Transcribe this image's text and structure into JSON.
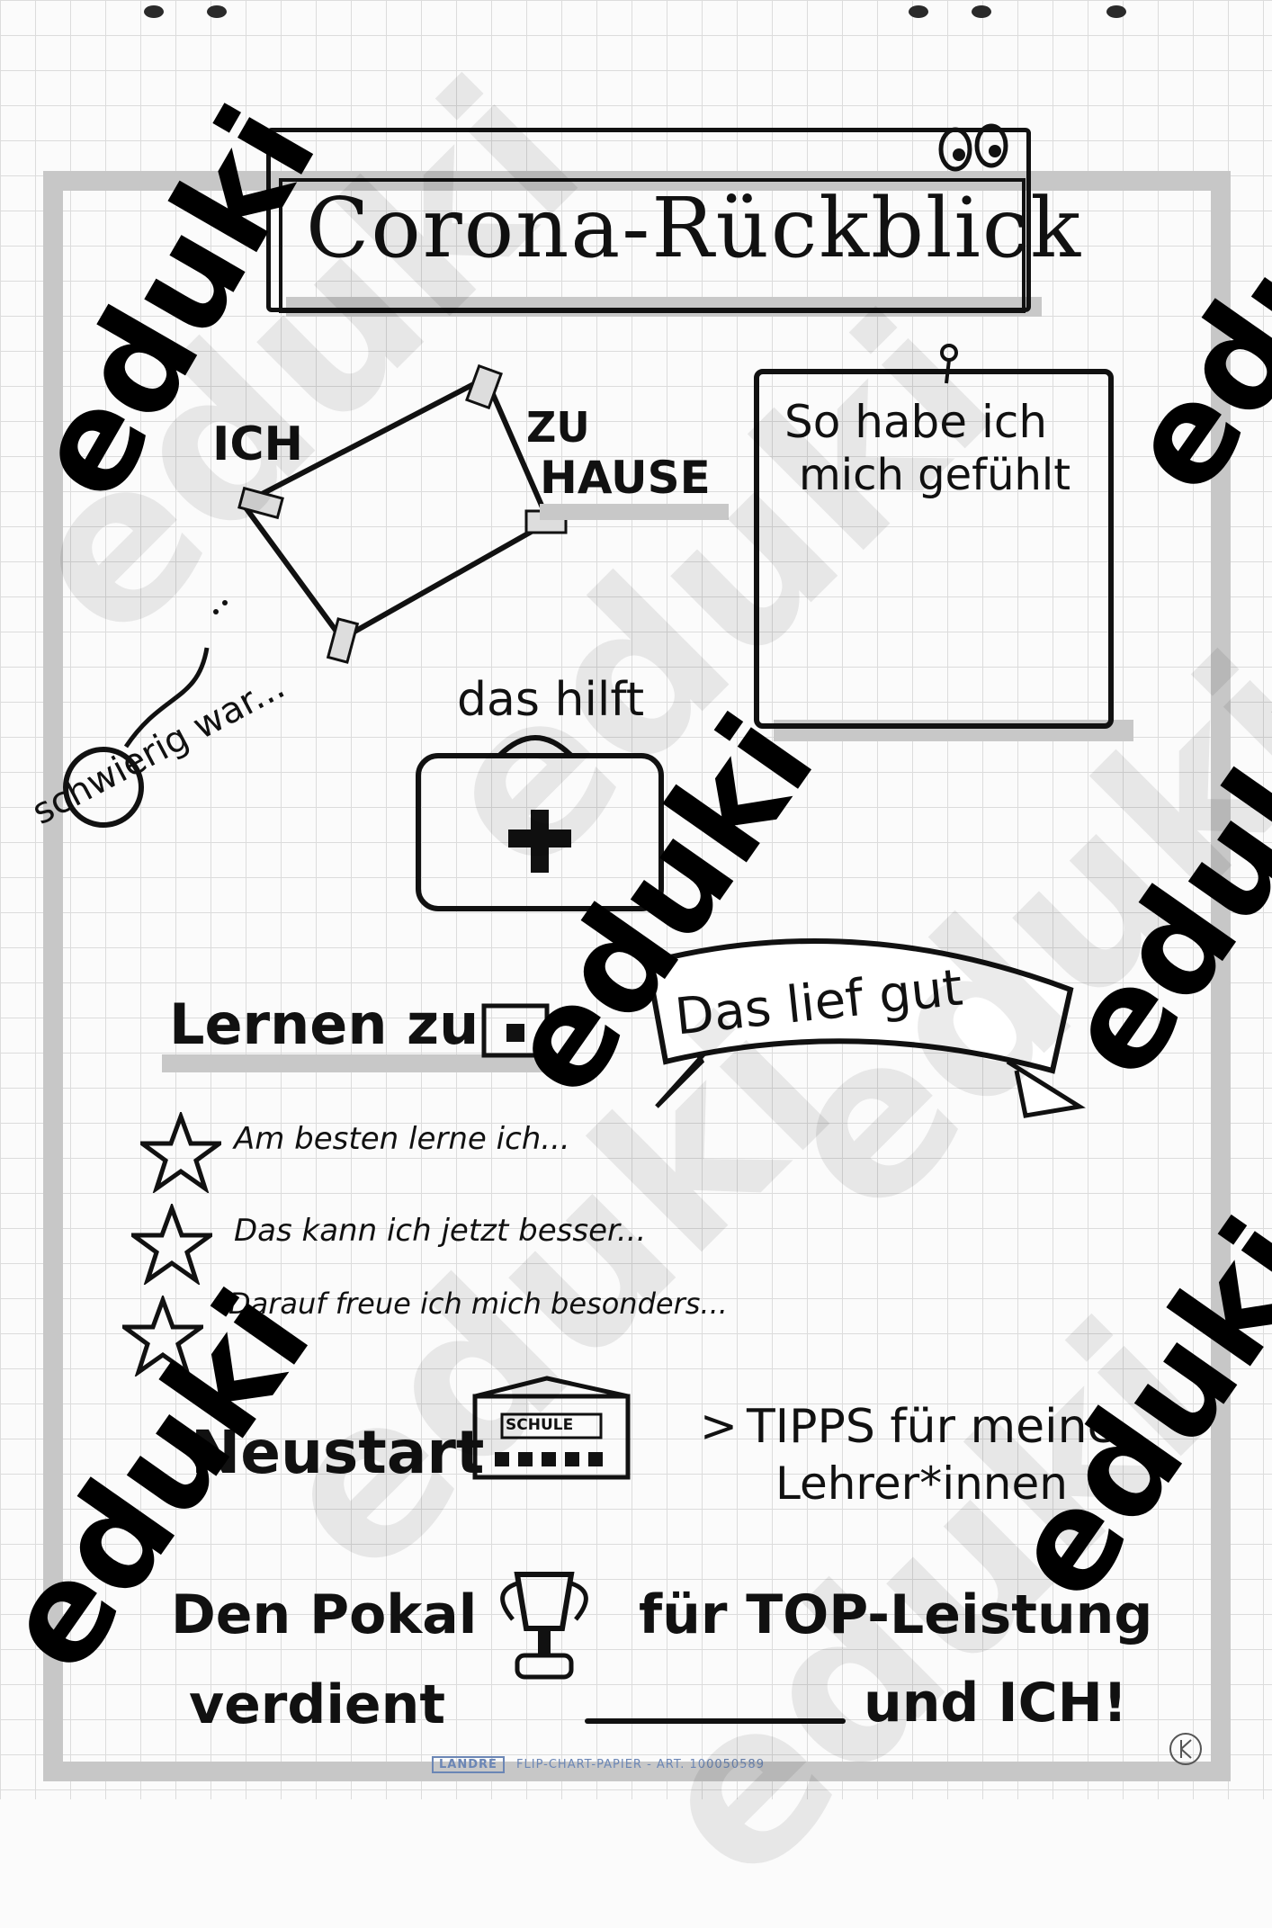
{
  "title": "Corona-Rückblick",
  "home_section": {
    "label_left": "ICH",
    "label_right_top": "ZU",
    "label_right_bottom": "HAUSE"
  },
  "feelings_box": {
    "line1": "So habe ich",
    "line2": "mich gefühlt"
  },
  "difficult_label": "schwierig war...",
  "helps_label": "das hilft",
  "learning_heading": "Lernen zu",
  "banner_text": "Das lief gut",
  "star_items": [
    "Am besten lerne ich...",
    "Das kann ich jetzt besser...",
    "Darauf freue ich mich besonders..."
  ],
  "restart": {
    "label": "Neustart",
    "school_sign": "SCHULE",
    "tips_line1": "TIPPS für meine",
    "tips_line2": "Lehrer*innen"
  },
  "trophy": {
    "line1_a": "Den Pokal",
    "line1_b": "für TOP-Leistung",
    "line2_a": "verdient",
    "line2_b": "und ICH!"
  },
  "footer": {
    "brand": "LANDRÉ",
    "text": "FLIP-CHART-PAPIER - ART. 100050589"
  },
  "watermark": "eduki",
  "colors": {
    "ink": "#111111",
    "shadow_gray": "#c7c7c7",
    "grid": "#dcdcdc",
    "paper": "#fbfbfb"
  }
}
